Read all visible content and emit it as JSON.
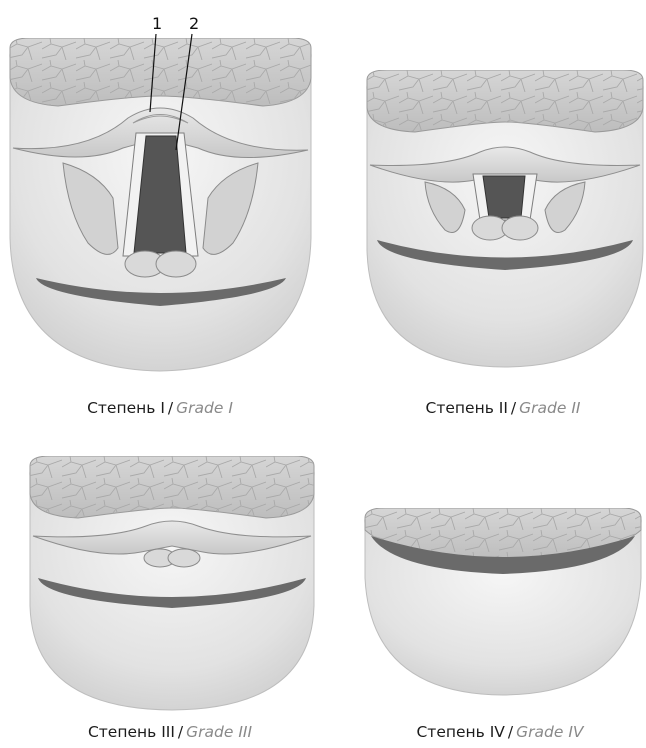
{
  "markers": [
    "1",
    "2"
  ],
  "panels": [
    {
      "ru": "Степень I",
      "sep": "/",
      "en": "Grade I"
    },
    {
      "ru": "Степень II",
      "sep": "/",
      "en": "Grade II"
    },
    {
      "ru": "Степень III",
      "sep": "/",
      "en": "Grade III"
    },
    {
      "ru": "Степень IV",
      "sep": "/",
      "en": "Grade IV"
    }
  ]
}
